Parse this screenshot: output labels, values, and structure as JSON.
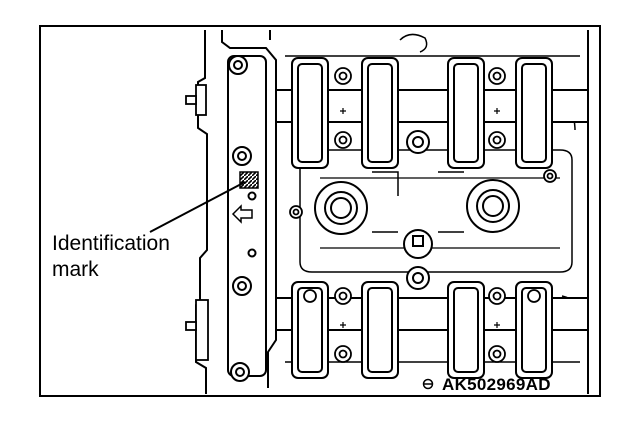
{
  "callout": {
    "line1": "Identification",
    "line2": "mark"
  },
  "figure_code": "AK502969AD",
  "colors": {
    "ink": "#000000",
    "paper": "#ffffff"
  },
  "icons": [
    "arrow-left-icon",
    "identification-mark-icon",
    "bolt-icon",
    "camshaft-icon"
  ]
}
